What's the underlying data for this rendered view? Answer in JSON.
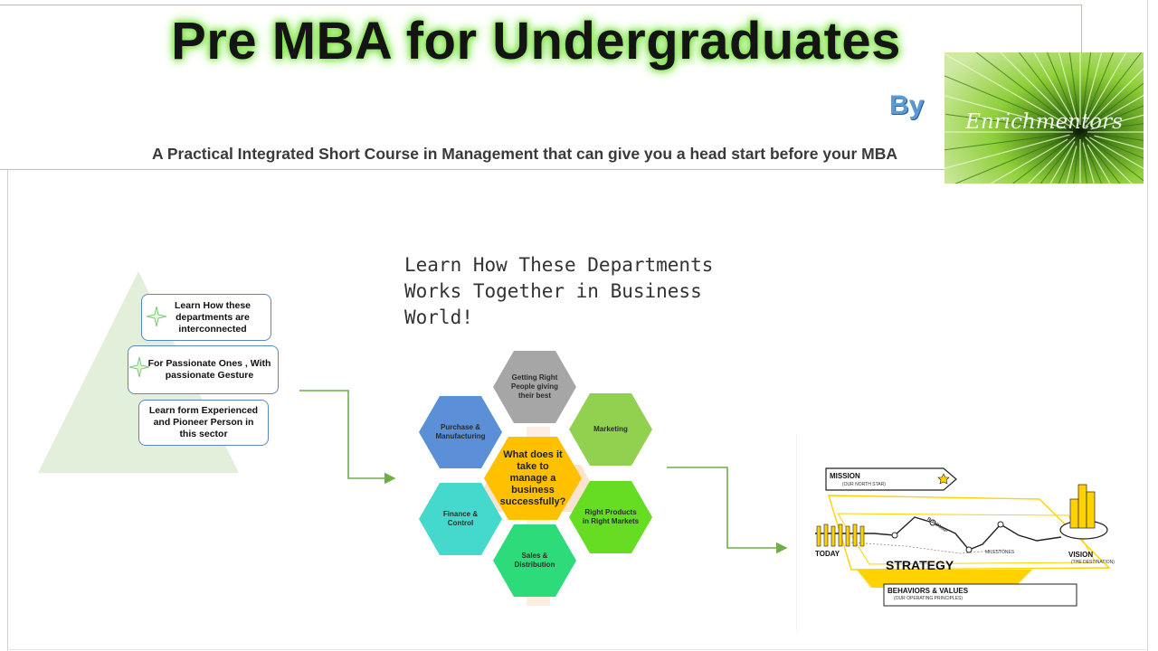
{
  "header": {
    "title": "Pre MBA for Undergraduates",
    "by": "By",
    "subtitle": "A Practical Integrated Short Course in Management that can give you a head start before your MBA"
  },
  "logo": {
    "text": "Enrichmentors",
    "icon": "radiating-green-leaves"
  },
  "pyramid": {
    "items": [
      "Learn How these departments are interconnected",
      "For Passionate Ones , With passionate Gesture",
      "Learn form Experienced and Pioneer Person in this sector"
    ]
  },
  "departments": {
    "heading": "Learn How These Departments\nWorks Together in Business\nWorld!",
    "center": "What does it take to manage a business successfully?",
    "hexes": [
      "Getting Right People giving their best",
      "Marketing",
      "Right Products in Right Markets",
      "Sales & Distribution",
      "Finance & Control",
      "Purchase & Manufacturing"
    ]
  },
  "strategy": {
    "mission": "MISSION",
    "mission_sub": "(OUR NORTH STAR)",
    "today": "TODAY",
    "roadmap": "ROADMAP",
    "milestones": "MILESTONES",
    "vision": "VISION",
    "vision_sub": "(THE DESTINATION)",
    "strategy": "STRATEGY",
    "behaviors": "BEHAVIORS & VALUES",
    "behaviors_sub": "(OUR OPERATING PRINCIPLES)"
  },
  "colors": {
    "glow": "#7fe04a",
    "by": "#5b9bd5",
    "pyramid": "#e2efda",
    "box_border": "#5b86c5",
    "arrow": "#70ad47",
    "hex_gray": "#a6a6a6",
    "hex_lime": "#92d050",
    "hex_green": "#66dd22",
    "hex_emerald": "#2edb7a",
    "hex_teal": "#44d9cc",
    "hex_blue": "#5b8fd8",
    "hex_center": "#ffc000",
    "strategy_yellow": "#ffd200"
  }
}
